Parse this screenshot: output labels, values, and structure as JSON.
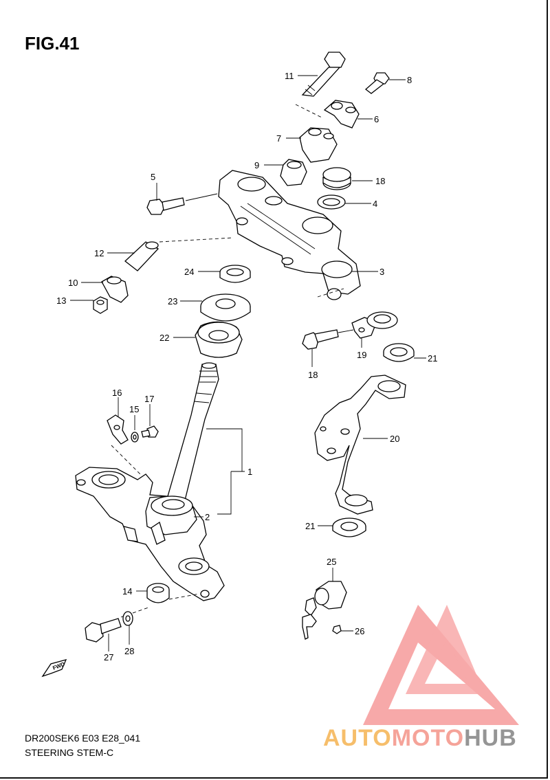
{
  "figure": {
    "title": "FIG.41",
    "code": "DR200SEK6 E03 E28_041",
    "description": "STEERING STEM-C",
    "fwd_label": "FWD"
  },
  "callouts": [
    "11",
    "8",
    "6",
    "7",
    "9",
    "18",
    "4",
    "5",
    "12",
    "24",
    "3",
    "10",
    "13",
    "23",
    "22",
    "18",
    "19",
    "21",
    "16",
    "17",
    "15",
    "20",
    "1",
    "2",
    "21",
    "25",
    "14",
    "26",
    "27",
    "28"
  ],
  "watermark": {
    "part_a": "AUTO",
    "part_b": "MOTO",
    "part_c": "HUB",
    "colors": {
      "auto": "#f6b85c",
      "moto": "#f59a8f",
      "hub": "#8a8a8a",
      "triangle": "#f7a0a0"
    }
  }
}
